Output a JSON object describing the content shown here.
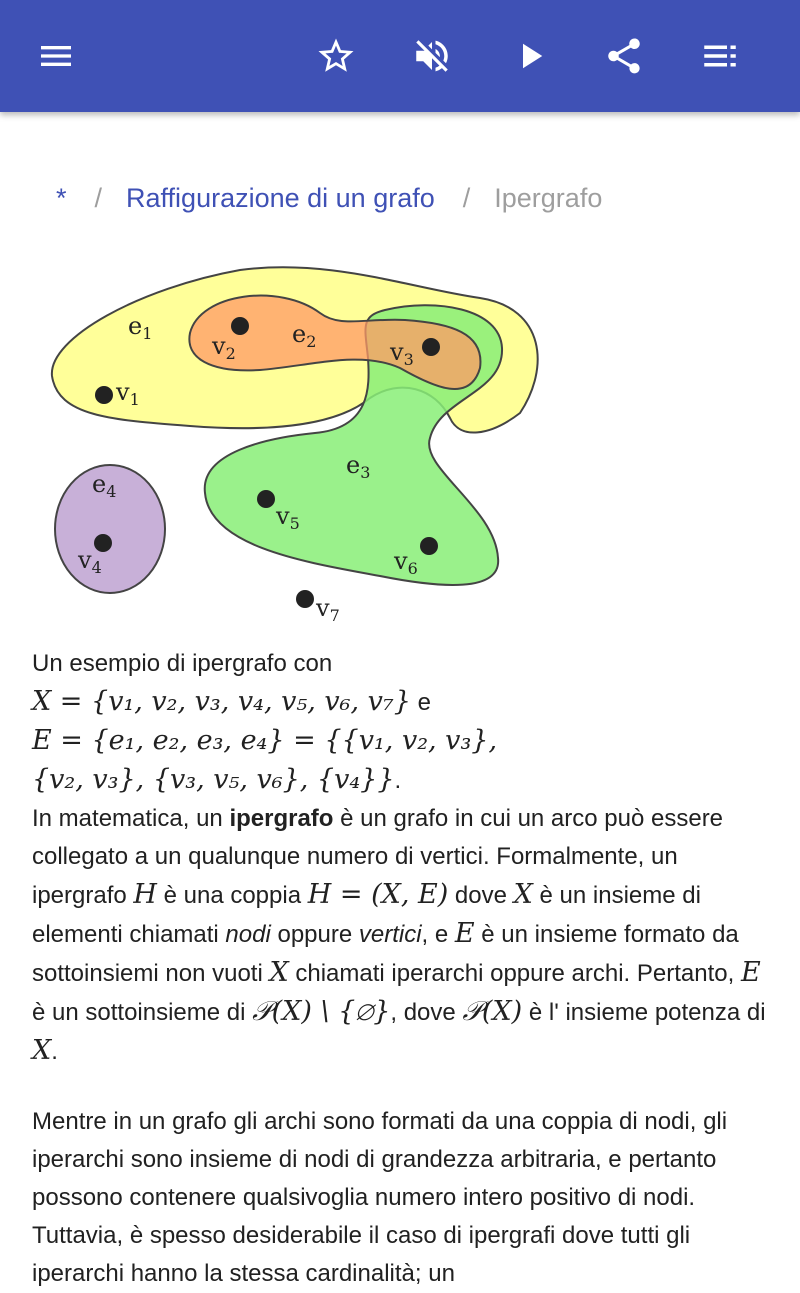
{
  "toolbar": {
    "menu_icon": "menu-icon",
    "star_icon": "star-outline-icon",
    "mute_icon": "volume-off-icon",
    "play_icon": "play-icon",
    "share_icon": "share-icon",
    "playlist_icon": "playlist-icon",
    "color": "#3f51b5"
  },
  "breadcrumb": {
    "home": "*",
    "separator": "/",
    "parent": "Raffigurazione di un grafo",
    "current": "Ipergrafo"
  },
  "figure": {
    "edge_labels": [
      "e",
      "e",
      "e",
      "e"
    ],
    "edge_subscripts": [
      "1",
      "2",
      "3",
      "4"
    ],
    "vertex_labels": [
      "v",
      "v",
      "v",
      "v",
      "v",
      "v",
      "v"
    ],
    "vertex_subscripts": [
      "1",
      "2",
      "3",
      "4",
      "5",
      "6",
      "7"
    ]
  },
  "caption": {
    "intro": "Un esempio di ipergrafo con",
    "x_set": "X = {v₁, v₂, v₃, v₄, v₅, v₆, v₇}",
    "and": "e",
    "e_set": "E = {e₁, e₂, e₃, e₄} = {{v₁, v₂, v₃},",
    "e_set_cont": "{v₂, v₃}, {v₃, v₅, v₆}, {v₄}}",
    "end": "."
  },
  "paragraph1": {
    "t1": "In matematica, un ",
    "bold": "ipergrafo",
    "t2": " è un grafo in cui un arco può essere collegato a un qualunque numero di vertici. Formalmente, un ipergrafo ",
    "m_h": "H",
    "t3": " è una coppia ",
    "m_pair": "H = (X, E)",
    "t4": " dove ",
    "m_x": "X",
    "t5": " è un insieme di elementi chiamati ",
    "i_nodi": "nodi",
    "t6": " oppure ",
    "i_vertici": "vertici",
    "t7": ", e ",
    "m_e": "E",
    "t8": " è un insieme formato da sottoinsiemi non vuoti ",
    "m_x2": "X",
    "t9": " chiamati iperarchi oppure archi. Pertanto, ",
    "m_e2": "E",
    "t10": " è un sottoinsieme di ",
    "m_pset": "𝒫(X) \\ {∅}",
    "t11": ", dove ",
    "m_pset2": "𝒫(X)",
    "t12": " è l' insieme potenza di ",
    "m_x3": "X",
    "t13": "."
  },
  "paragraph2": {
    "text": "Mentre in un grafo gli archi sono formati da una coppia di nodi, gli iperarchi sono insieme di nodi di grandezza arbitraria, e pertanto possono contenere qualsivoglia numero intero positivo di nodi. Tuttavia, è spesso desiderabile il caso di ipergrafi dove tutti gli iperarchi hanno la stessa cardinalità; un"
  }
}
